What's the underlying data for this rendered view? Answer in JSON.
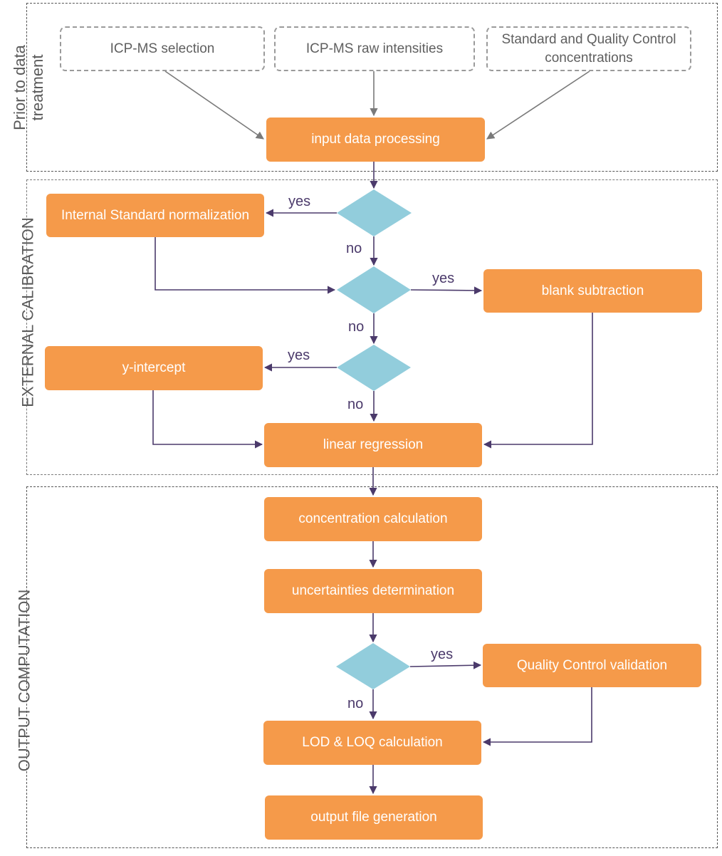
{
  "sections": {
    "prior_label": [
      "Prior to data",
      "treatment"
    ],
    "external_label": "EXTERNAL CALIBRATION",
    "output_label": "OUTPUT COMPUTATION"
  },
  "inputs": {
    "icpms_selection": "ICP-MS selection",
    "raw_intensities": "ICP-MS raw intensities",
    "std_qc": "Standard and Quality Control concentrations"
  },
  "steps": {
    "input_processing": "input data processing",
    "is_normalization": "Internal Standard normalization",
    "blank_subtraction": "blank subtraction",
    "y_intercept": "y-intercept",
    "linear_regression": "linear regression",
    "concentration": "concentration calculation",
    "uncertainties": "uncertainties determination",
    "qc_validation": "Quality Control validation",
    "lod_loq": "LOD & LOQ calculation",
    "output_file": "output file generation"
  },
  "edges": {
    "yes": "yes",
    "no": "no"
  },
  "colors": {
    "process_fill": "#f59a4a",
    "decision_fill": "#92cddc",
    "input_arrow": "#7a7a7a",
    "flow_arrow": "#4b3a6b",
    "section_border": "#555555"
  }
}
